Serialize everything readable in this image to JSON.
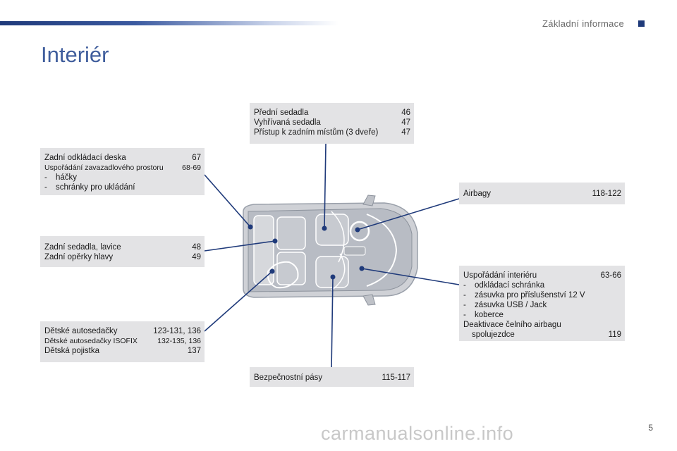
{
  "header": {
    "section_title": "Základní informace"
  },
  "page_title": "Interiér",
  "boxes": {
    "front_seats": {
      "rows": [
        {
          "label": "Přední sedadla",
          "page": "46"
        },
        {
          "label": "Vyhřívaná sedadla",
          "page": "47"
        },
        {
          "label": "Přístup k zadním místům (3 dveře)",
          "page": "47"
        }
      ]
    },
    "rear_shelf": {
      "rows": [
        {
          "label": "Zadní odkládací deska",
          "page": "67"
        },
        {
          "label": "Uspořádání zavazadlového prostoru",
          "page": "68-69"
        }
      ],
      "items": [
        "háčky",
        "schránky pro ukládání"
      ]
    },
    "airbags": {
      "rows": [
        {
          "label": "Airbagy",
          "page": "118-122"
        }
      ]
    },
    "rear_seats": {
      "rows": [
        {
          "label": "Zadní sedadla, lavice",
          "page": "48"
        },
        {
          "label": "Zadní opěrky hlavy",
          "page": "49"
        }
      ]
    },
    "interior_layout": {
      "rows": [
        {
          "label": "Uspořádání interiéru",
          "page": "63-66"
        }
      ],
      "items": [
        "odkládací schránka",
        "zásuvka pro příslušenství 12 V",
        "zásuvka USB / Jack",
        "koberce"
      ],
      "extra_label": "Deaktivace čelního airbagu",
      "extra_label2": "spolujezdce",
      "extra_page": "119"
    },
    "child_seats": {
      "rows": [
        {
          "label": "Dětské autosedačky",
          "page": "123-131, 136"
        },
        {
          "label": "Dětské autosedačky ISOFIX",
          "page": "132-135, 136"
        },
        {
          "label": "Dětská pojistka",
          "page": "137"
        }
      ]
    },
    "seat_belts": {
      "rows": [
        {
          "label": "Bezpečnostní pásy",
          "page": "115-117"
        }
      ]
    }
  },
  "footer": {
    "watermark": "carmanualsonline.info",
    "page_number": "5"
  },
  "dash": "-"
}
